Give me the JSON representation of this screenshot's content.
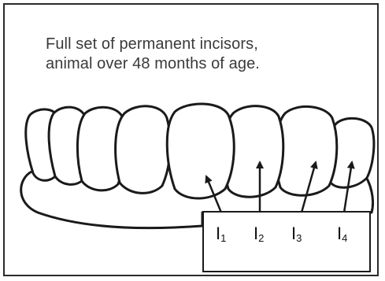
{
  "caption": {
    "line1": "Full set of permanent incisors,",
    "line2": "animal over 48 months of age."
  },
  "labels": [
    {
      "letter": "I",
      "num": "1"
    },
    {
      "letter": "I",
      "num": "2"
    },
    {
      "letter": "I",
      "num": "3"
    },
    {
      "letter": "I",
      "num": "4"
    }
  ],
  "colors": {
    "line": "#1a1a1a",
    "text": "#3a3a3a"
  }
}
